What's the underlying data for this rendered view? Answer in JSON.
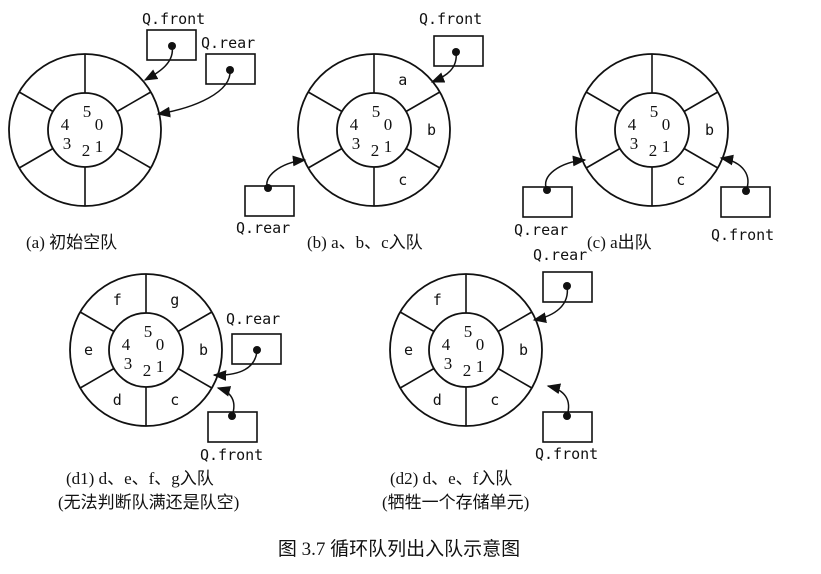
{
  "indices": [
    "0",
    "1",
    "2",
    "3",
    "4",
    "5"
  ],
  "pointer_labels": {
    "front": "Q.front",
    "rear": "Q.rear"
  },
  "diagrams": [
    {
      "id": "a",
      "elements": [
        "",
        "",
        "",
        "",
        "",
        ""
      ],
      "caption": [
        "(a) 初始空队"
      ]
    },
    {
      "id": "b",
      "elements": [
        "a",
        "b",
        "c",
        "",
        "",
        ""
      ],
      "caption": [
        "(b) a、b、c入队"
      ]
    },
    {
      "id": "c",
      "elements": [
        "",
        "b",
        "c",
        "",
        "",
        ""
      ],
      "caption": [
        "(c) a出队"
      ]
    },
    {
      "id": "d1",
      "elements": [
        "g",
        "b",
        "c",
        "d",
        "e",
        "f"
      ],
      "caption": [
        "(d1) d、e、f、g入队",
        "(无法判断队满还是队空)"
      ]
    },
    {
      "id": "d2",
      "elements": [
        "",
        "b",
        "c",
        "d",
        "e",
        "f"
      ],
      "caption": [
        "(d2) d、e、f入队",
        "(牺牲一个存储单元)"
      ]
    }
  ],
  "figure_title": "图 3.7    循环队列出入队示意图"
}
